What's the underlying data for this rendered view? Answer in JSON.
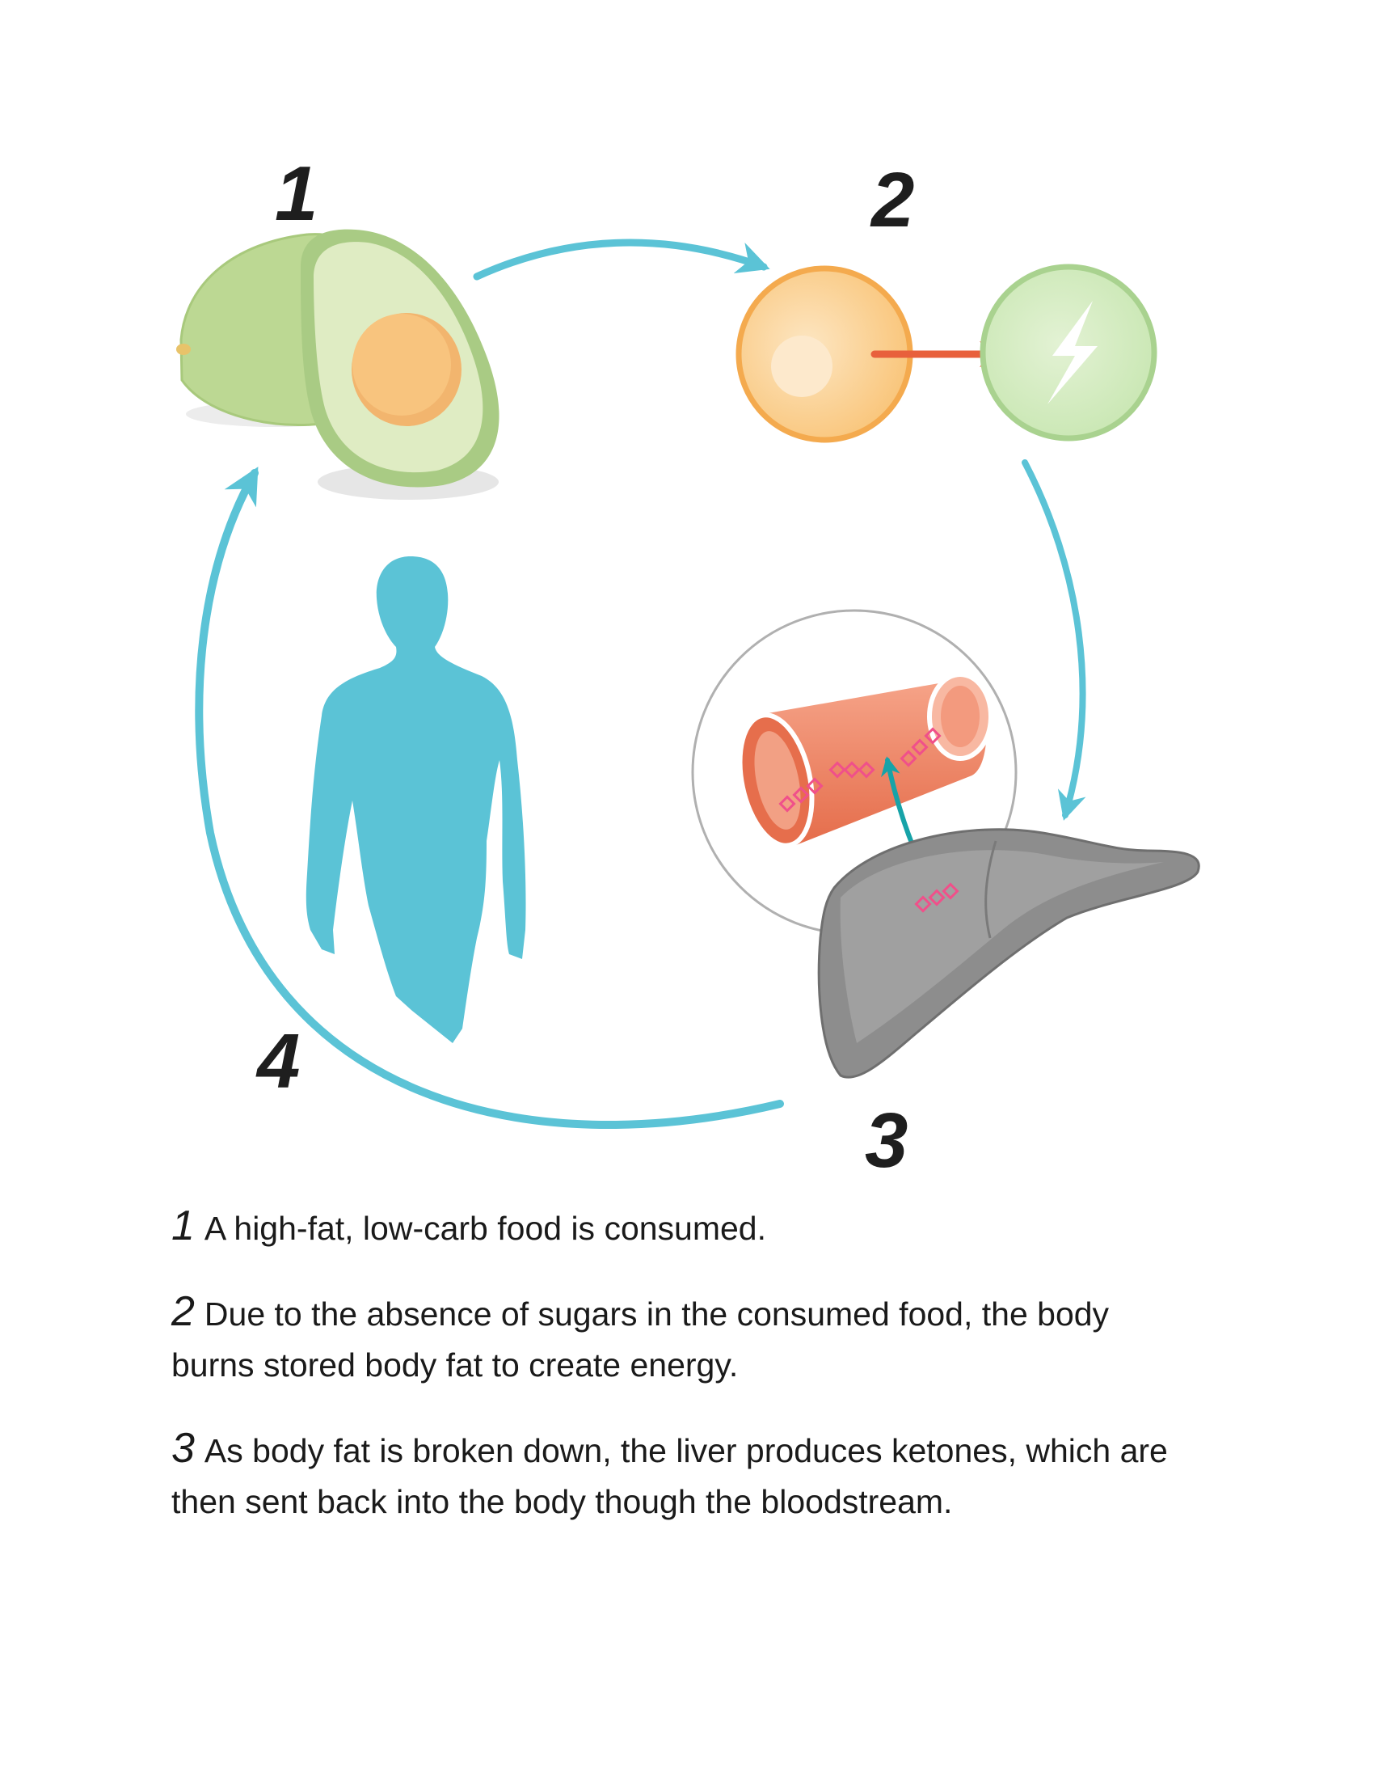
{
  "steps": [
    {
      "number": "1",
      "caption": "A high-fat, low-carb food is consumed."
    },
    {
      "number": "2",
      "caption": "Due to the absence of sugars in the consumed food, the body burns stored body fat to create energy."
    },
    {
      "number": "3",
      "caption": "As body fat is broken down, the liver produces ketones, which are then sent back into the body though the bloodstream."
    },
    {
      "number": "4"
    }
  ],
  "colors": {
    "cycle_arrow": "#5bc3d6",
    "avocado_skin": "#bcd893",
    "avocado_flesh": "#dfecc3",
    "avocado_pit": "#f8c47e",
    "fat_cell": "#f9c67c",
    "energy_cell": "#c9e7b3",
    "conversion_arrow": "#e8603c",
    "blood_vessel": "#ec8060",
    "ketone": "#f0508a",
    "liver": "#8d8d8d",
    "body_silhouette": "#5bc3d6"
  },
  "icons": [
    "avocado-icon",
    "fat-cell-icon",
    "energy-cell-icon",
    "lightning-icon",
    "blood-vessel-icon",
    "liver-icon",
    "human-body-icon"
  ]
}
